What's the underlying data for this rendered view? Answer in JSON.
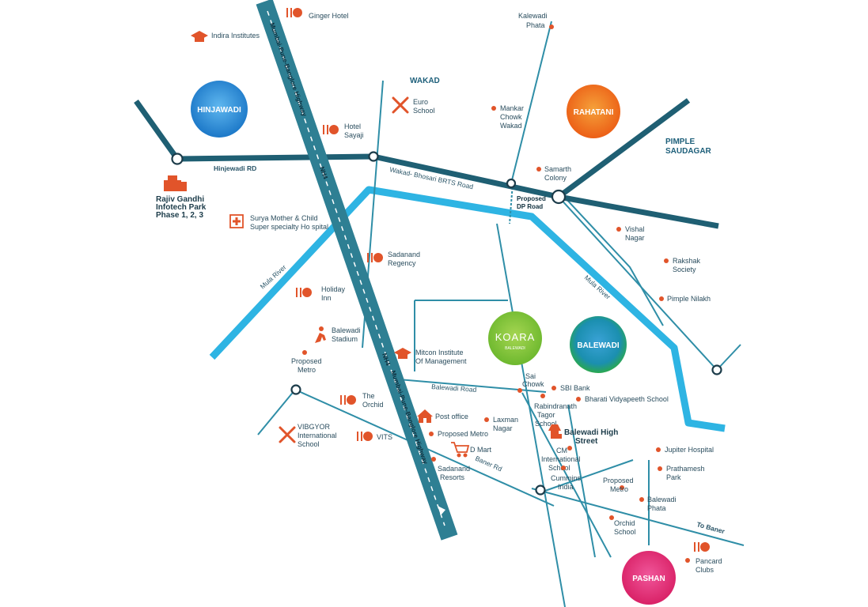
{
  "colors": {
    "highway": "#2e7f93",
    "main_road": "#1f5f73",
    "minor_road": "#2f8ea7",
    "river": "#2eb4e3",
    "poi": "#e1542a",
    "hinjawadi": "#2b8fd6",
    "rahatani": "#f07a1c",
    "balewadi": "#1b8fb0",
    "koara": "#8cc63f",
    "pashan": "#e8337a"
  },
  "areas": {
    "hinjawadi": "HINJAWADI",
    "rahatani": "RAHATANI",
    "balewadi": "BALEWADI",
    "pashan": "PASHAN",
    "wakad": "WAKAD",
    "pimple_line1": "PIMPLE",
    "pimple_line2": "SAUDAGAR"
  },
  "project": {
    "logo": "KOARA",
    "sub": "BALEWADI"
  },
  "roads": {
    "hinjewadi_rd": "Hinjewadi RD",
    "brts": "Wakad- Bhosari BRTS Road",
    "dp_line1": "Proposed",
    "dp_line2": "DP Road",
    "balewadi_rd": "Balewadi Road",
    "baner_rd": "Baner Rd",
    "to_baner": "To Baner",
    "highway_top": "Mumbai-Pune-Banglore Highway",
    "highway_bottom": "Mumbai-Pune-Banglore Highway",
    "nh4_top": "NH4",
    "nh4_bottom": "NH4"
  },
  "rivers": {
    "left": "Mula River",
    "right": "Mula River"
  },
  "poi": {
    "ginger": "Ginger Hotel",
    "indira": "Indira Institutes",
    "kalewadi_1": "Kalewadi",
    "kalewadi_2": "Phata",
    "euro_1": "Euro",
    "euro_2": "School",
    "mankar_1": "Mankar",
    "mankar_2": "Chowk",
    "mankar_3": "Wakad",
    "sayaji_1": "Hotel",
    "sayaji_2": "Sayaji",
    "samarth_1": "Samarth",
    "samarth_2": "Colony",
    "rgip_1": "Rajiv Gandhi",
    "rgip_2": "Infotech Park",
    "rgip_3": "Phase 1, 2, 3",
    "surya_1": "Surya Mother & Child",
    "surya_2": "Super specialty Ho spital",
    "vishal_1": "Vishal",
    "vishal_2": "Nagar",
    "sadanand_reg_1": "Sadanand",
    "sadanand_reg_2": "Regency",
    "rakshak_1": "Rakshak",
    "rakshak_2": "Society",
    "holiday_1": "Holiday",
    "holiday_2": "Inn",
    "pimple_nilakh": "Pimple Nilakh",
    "stadium_1": "Balewadi",
    "stadium_2": "Stadium",
    "mitcon_1": "Mitcon Institute",
    "mitcon_2": "Of Management",
    "prop_metro_1a": "Proposed",
    "prop_metro_1b": "Metro",
    "sai_1": "Sai",
    "sai_2": "Chowk",
    "sbi": "SBI Bank",
    "bharati": "Bharati Vidyapeeth School",
    "orchid_1": "The",
    "orchid_2": "Orchid",
    "rabindra_1": "Rabindranath",
    "rabindra_2": "Tagor",
    "rabindra_3": "School",
    "post_office": "Post office",
    "laxman_1": "Laxman",
    "laxman_2": "Nagar",
    "high_street_1": "Balewadi High",
    "high_street_2": "Street",
    "vibgyor_1": "VIBGYOR",
    "vibgyor_2": "International",
    "vibgyor_3": "School",
    "vits": "VITS",
    "prop_metro_2": "Proposed Metro",
    "dmart": "D Mart",
    "cm_1": "CM",
    "cm_2": "International",
    "cm_3": "School",
    "jupiter": "Jupiter Hospital",
    "prathamesh_1": "Prathamesh",
    "prathamesh_2": "Park",
    "sadanand_res_1": "Sadanand",
    "sadanand_res_2": "Resorts",
    "cummins_1": "Cummins",
    "cummins_2": "India",
    "prop_metro_3a": "Proposed",
    "prop_metro_3b": "Metro",
    "phata_1": "Balewadi",
    "phata_2": "Phata",
    "orchid_sch_1": "Orchid",
    "orchid_sch_2": "School",
    "pancard_1": "Pancard",
    "pancard_2": "Clubs"
  }
}
